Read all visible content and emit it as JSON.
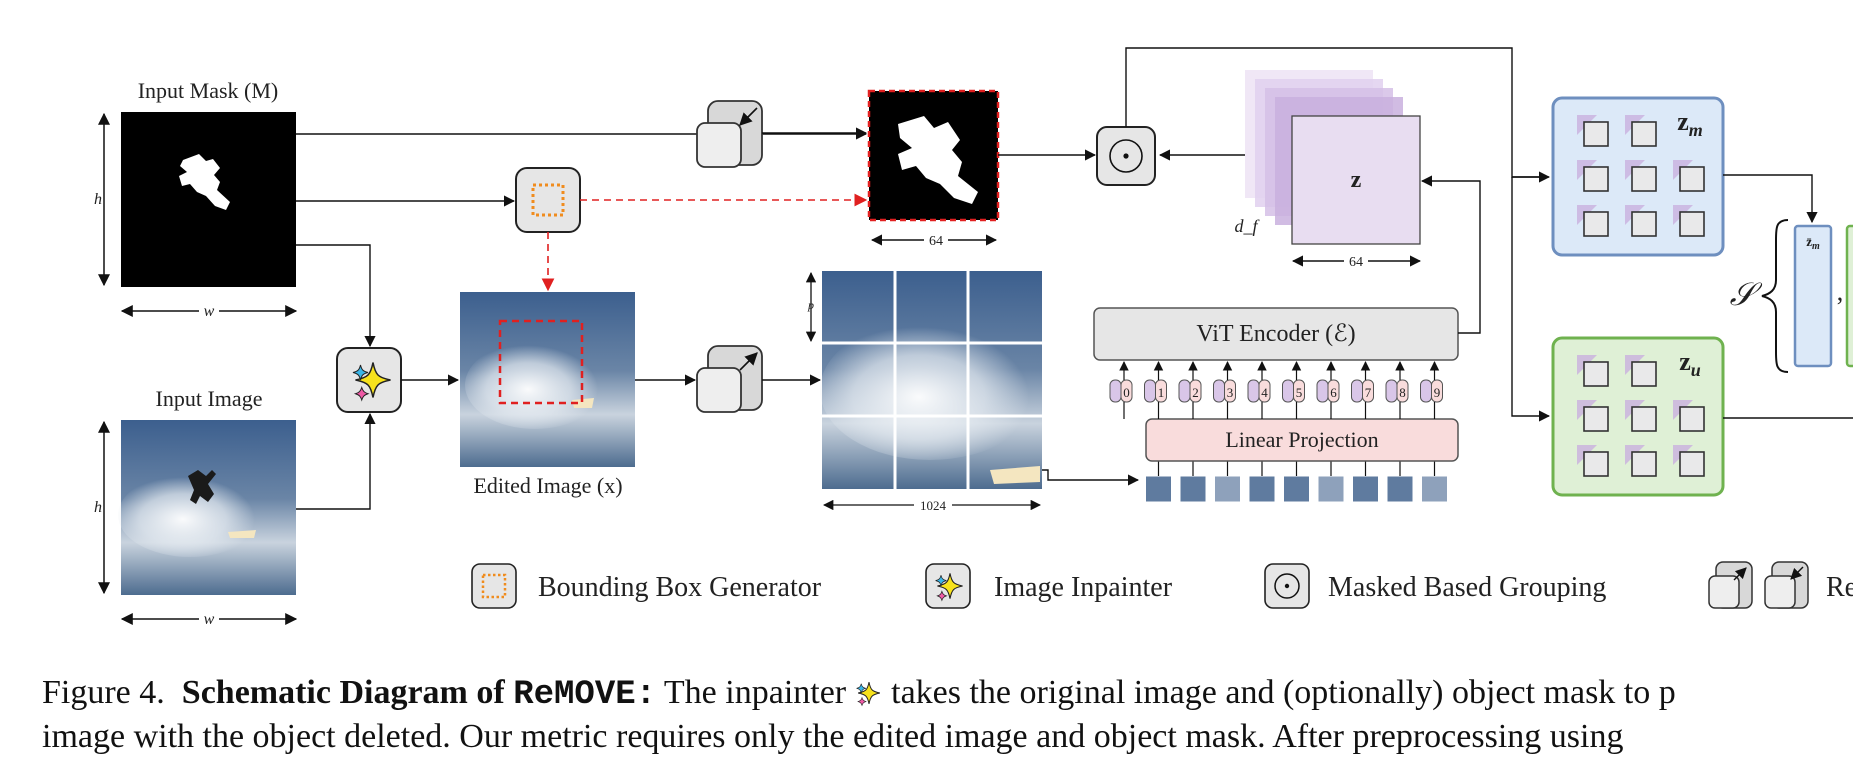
{
  "inputs": {
    "mask_title": "Input Mask (M)",
    "image_title": "Input Image",
    "dim_h": "h",
    "dim_w": "w"
  },
  "edited": {
    "title": "Edited Image (x)"
  },
  "mask_small": {
    "size_label": "64"
  },
  "patches": {
    "p_label": "p",
    "width_label": "1024"
  },
  "features": {
    "z_label": "z",
    "df_label": "d_f",
    "size_label": "64"
  },
  "encoder": {
    "vit_label": "ViT Encoder (ℰ)",
    "projection_label": "Linear Projection",
    "tokens": [
      "0",
      "1",
      "2",
      "3",
      "4",
      "5",
      "6",
      "7",
      "8",
      "9"
    ]
  },
  "groups": {
    "zm_label": "z_m",
    "zu_label": "z_u",
    "set_label": "𝒮",
    "zbar_label": "z̄_m",
    "comma": ","
  },
  "legend": {
    "bbox_label": "Bounding Box Generator",
    "inpainter_label": "Image Inpainter",
    "grouping_label": "Masked Based Grouping",
    "resize_label_partial": "Re"
  },
  "caption": {
    "figure": "Figure 4.",
    "title_pre": "Schematic Diagram of ",
    "title_mono": "ReMOVE:",
    "line1_a": " The inpainter ",
    "line1_b": " takes the original image and (optionally) object mask to p",
    "line2": "image with the object deleted.  Our metric requires only the edited image and object mask.  After preprocessing using"
  },
  "colors": {
    "red_dash": "#e02020",
    "orange_dots": "#f08c1e",
    "blue_box": "#dce9f8",
    "blue_border": "#6e8fbf",
    "green_box": "#dff0d6",
    "green_border": "#6fb24f",
    "purple": "#bfa6d6",
    "pink_proj": "#f9dcdc",
    "grey_box": "#e6e6e6"
  }
}
